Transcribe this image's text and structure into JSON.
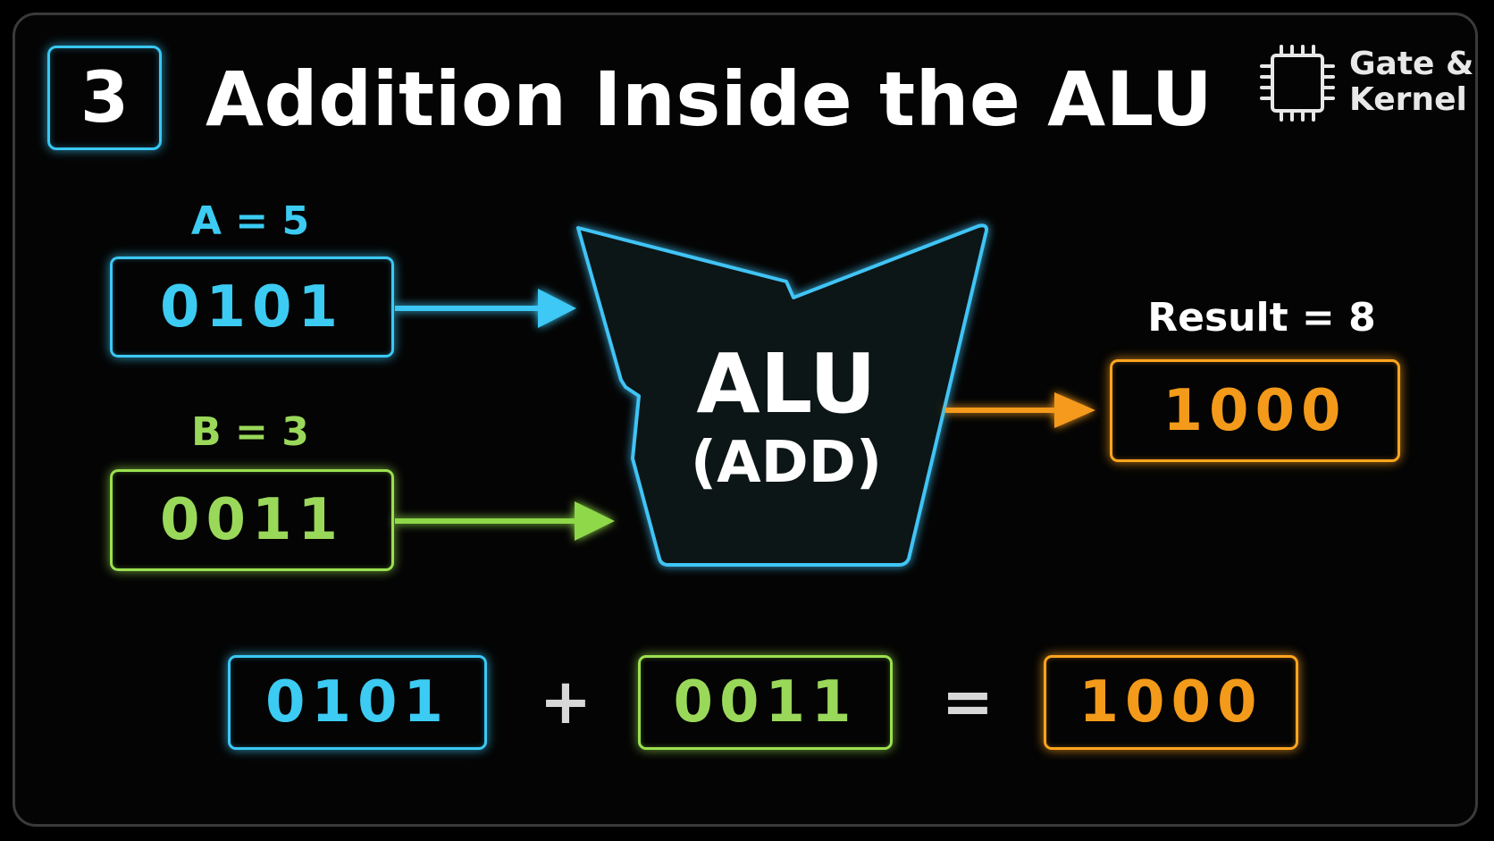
{
  "step": {
    "number": "3"
  },
  "title": "Addition Inside the ALU",
  "logo": {
    "text": "Gate &\nKernel",
    "icon": "chip-icon"
  },
  "inputs": [
    {
      "label": "A = 5",
      "binary": "0101",
      "color": "#3ccbf2"
    },
    {
      "label": "B = 3",
      "binary": "0011",
      "color": "#9ad85a"
    }
  ],
  "alu": {
    "name": "ALU",
    "operation": "(ADD)",
    "color": "#3cc8f5"
  },
  "result": {
    "label": "Result = 8",
    "binary": "1000",
    "color": "#f39a1a"
  },
  "equation": {
    "left": "0101",
    "operator": "+",
    "right": "0011",
    "equals": "=",
    "result": "1000"
  }
}
